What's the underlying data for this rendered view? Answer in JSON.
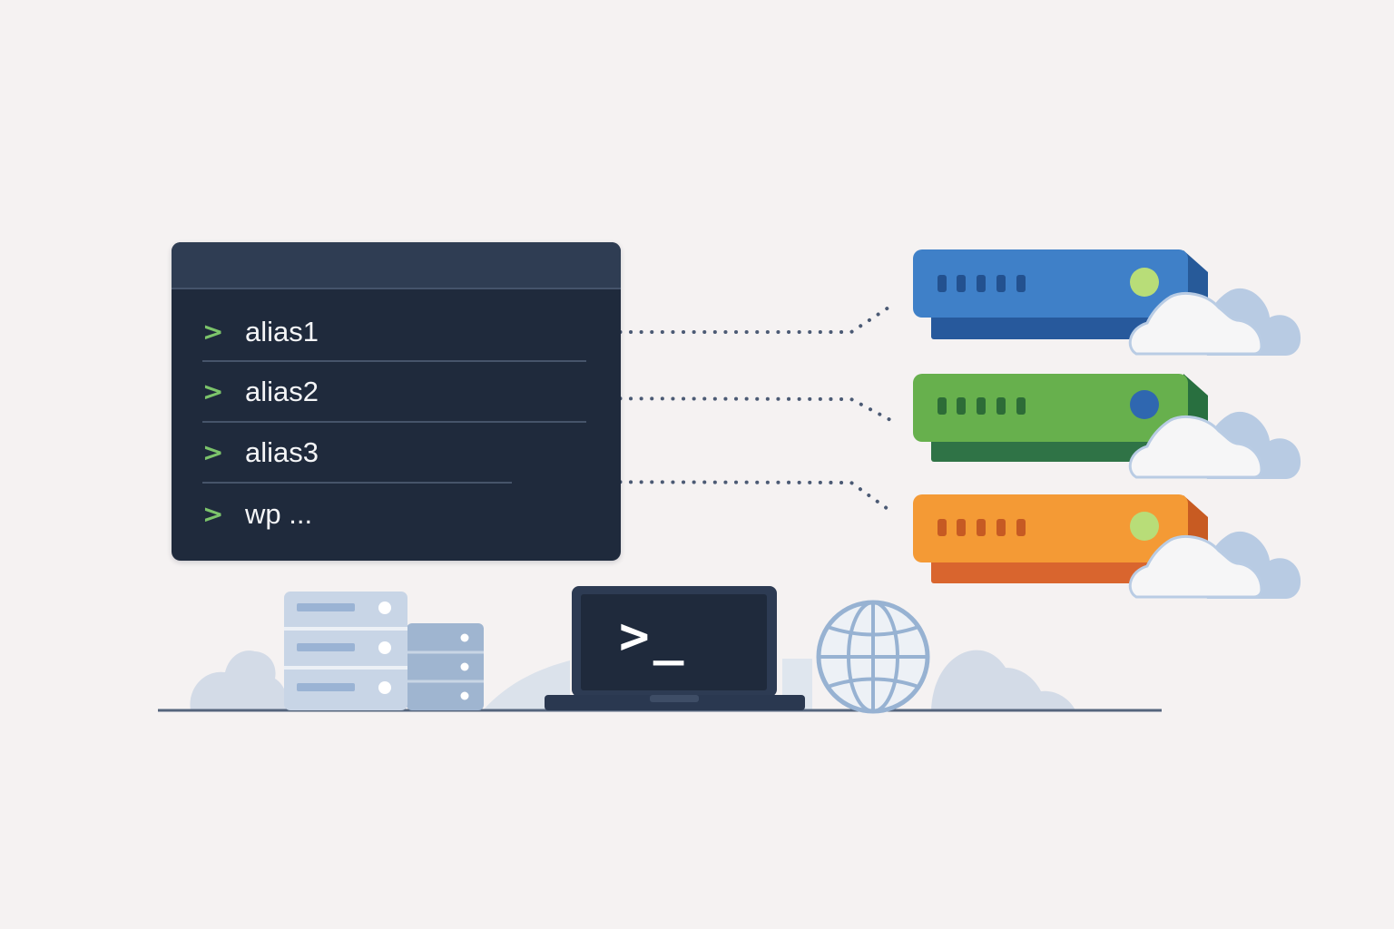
{
  "terminal": {
    "prompt_symbol": ">",
    "rows": [
      {
        "label": "alias1"
      },
      {
        "label": "alias2"
      },
      {
        "label": "alias3"
      },
      {
        "label": "wp ..."
      }
    ]
  },
  "laptop": {
    "screen_text": ">_"
  },
  "servers": [
    {
      "name": "server-blue",
      "color": "#3f7fc8",
      "indicator_color": "#b8dd78"
    },
    {
      "name": "server-green",
      "color": "#67b04d",
      "indicator_color": "#2f67b0"
    },
    {
      "name": "server-orange",
      "color": "#f49a35",
      "indicator_color": "#b8dd78"
    }
  ],
  "palette": {
    "terminal_bg": "#1f2a3c",
    "prompt_green": "#7cc46b",
    "connector": "#4b5a74",
    "cloud": "#b5c8e1",
    "globe": "#97b2d2"
  },
  "icons": [
    "terminal-window-icon",
    "server-stack-icon",
    "laptop-icon",
    "globe-icon",
    "cloud-icon",
    "rack-server-icon"
  ]
}
